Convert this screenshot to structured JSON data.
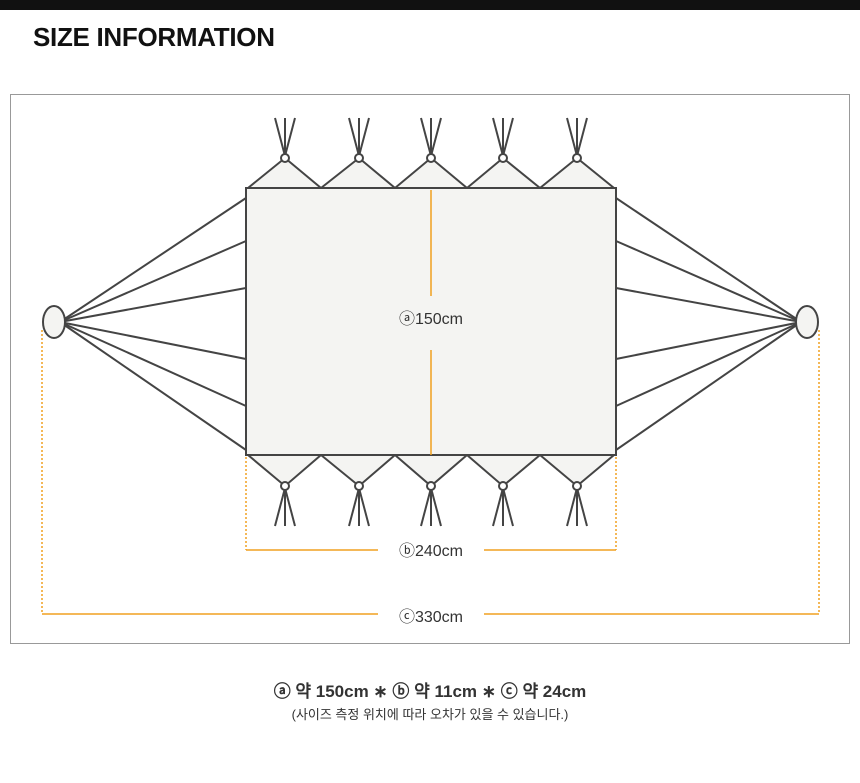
{
  "title": "SIZE INFORMATION",
  "dimensions": {
    "a": "ⓐ150cm",
    "b": "ⓑ240cm",
    "c": "ⓒ330cm"
  },
  "notes": {
    "summary": "ⓐ 약 150cm ∗ ⓑ 약 11cm ∗ ⓒ 약 24cm",
    "disclaimer": "(사이즈 측정 위치에 따라 오차가 있을 수 있습니다.)"
  },
  "colors": {
    "accent": "#f0a020",
    "line": "#444444",
    "fill": "#f4f4f2"
  }
}
